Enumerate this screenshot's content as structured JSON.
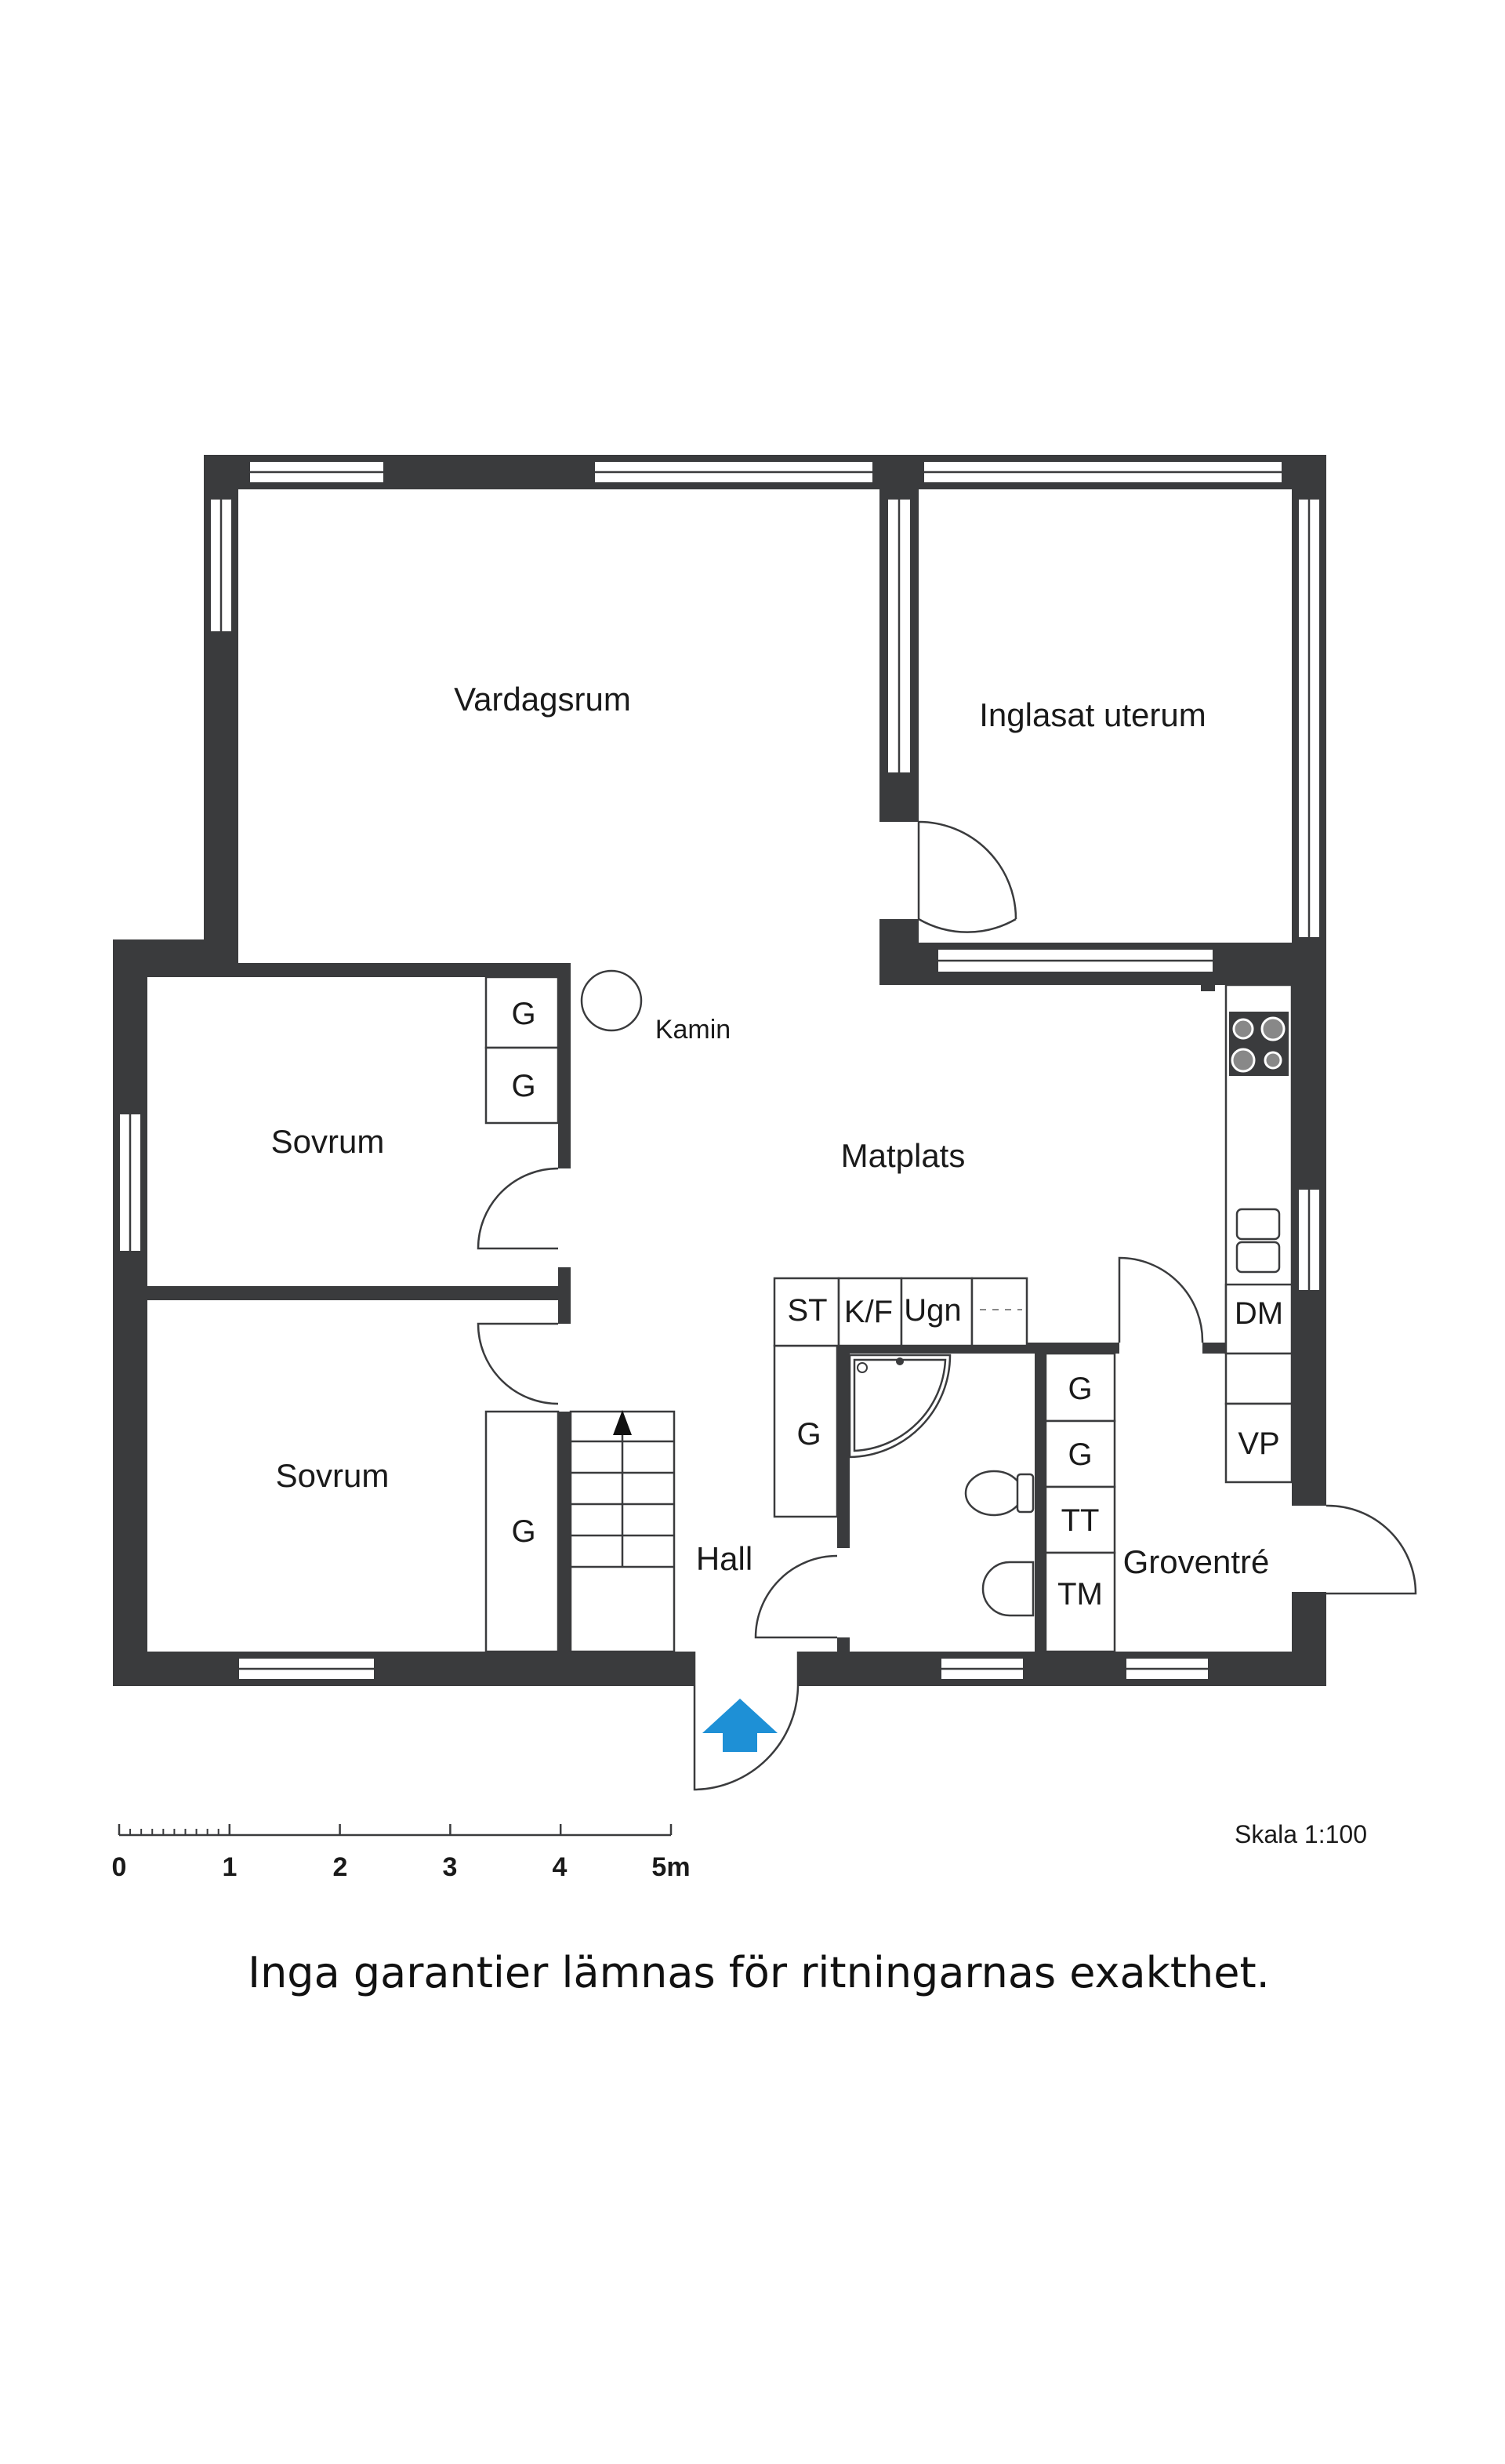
{
  "rooms": {
    "vardagsrum": "Vardagsrum",
    "inglasat_uterum": "Inglasat uterum",
    "sovrum_1": "Sovrum",
    "sovrum_2": "Sovrum",
    "matplats": "Matplats",
    "hall": "Hall",
    "groventre": "Groventré",
    "kamin": "Kamin"
  },
  "fixtures": {
    "g_sovrum1_a": "G",
    "g_sovrum1_b": "G",
    "g_sovrum2": "G",
    "g_hall": "G",
    "g_grov_a": "G",
    "g_grov_b": "G",
    "st": "ST",
    "kf": "K/F",
    "ugn": "Ugn",
    "dm": "DM",
    "vp": "VP",
    "tt": "TT",
    "tm": "TM"
  },
  "scale": {
    "ticks": [
      "0",
      "1",
      "2",
      "3",
      "4",
      "5m"
    ],
    "text": "Skala 1:100"
  },
  "disclaimer": "Inga garantier lämnas för ritningarnas exakthet.",
  "colors": {
    "wall": "#3a3b3d",
    "entrance_arrow": "#1e90d6"
  },
  "icons": {
    "entrance": "entrance-arrow-icon",
    "stair_direction": "stair-arrow-icon"
  }
}
